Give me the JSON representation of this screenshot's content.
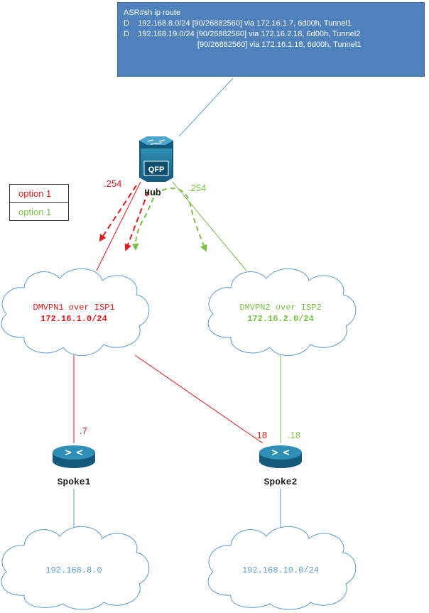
{
  "route_note": {
    "lines": [
      "ASR#sh ip route",
      "D    192.168.8.0/24 [90/26882560] via 172.16.1.7, 6d00h, Tunnel1",
      "D    192.168.19.0/24 [90/26882560] via 172.16.2.18, 6d00h, Tunnel2",
      "                                  [90/26882560] via 172.16.1.18, 6d00h, Tunnel1"
    ]
  },
  "legend": {
    "items": [
      {
        "label": "option 1",
        "color": "#e31a1c"
      },
      {
        "label": "option 1",
        "color": "#7ac143"
      }
    ]
  },
  "hub": {
    "name": "Hub",
    "chip_label": "QFP",
    "addr_red": ".254",
    "addr_green": ".254"
  },
  "clouds": {
    "dmvpn1": {
      "name": "DMVPN1 over ISP1",
      "subnet": "172.16.1.0/24"
    },
    "dmvpn2": {
      "name": "DMVPN2 over ISP2",
      "subnet": "172.16.2.0/24"
    },
    "lan1": {
      "subnet": "192.168.8.0"
    },
    "lan2": {
      "subnet": "192.168.19.0/24"
    }
  },
  "spoke1": {
    "name": "Spoke1",
    "addr": ".7"
  },
  "spoke2": {
    "name": "Spoke2",
    "addr_red": ".18",
    "addr_green": ".18"
  },
  "colors": {
    "red": "#e31a1c",
    "green": "#7ac143",
    "blue": "#5b9bd5",
    "router": "#1b6a8c"
  }
}
